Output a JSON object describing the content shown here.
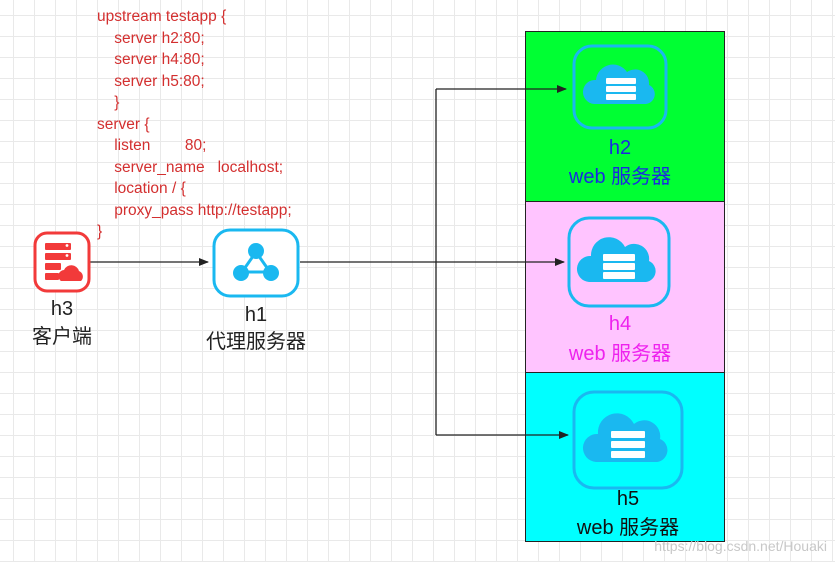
{
  "config_code": [
    "upstream testapp {",
    "    server h2:80;",
    "    server h4:80;",
    "    server h5:80;",
    "    }",
    "server {",
    "    listen        80;",
    "    server_name   localhost;",
    "    location / {",
    "    proxy_pass http://testapp;",
    "}"
  ],
  "client": {
    "host": "h3",
    "role": "客户端"
  },
  "proxy": {
    "host": "h1",
    "role": "代理服务器"
  },
  "servers": [
    {
      "host": "h2",
      "role": "web 服务器",
      "fill": "#00ff33",
      "text_color": "#1a2ae0"
    },
    {
      "host": "h4",
      "role": "web 服务器",
      "fill": "#ffc4ff",
      "text_color": "#ee22ee"
    },
    {
      "host": "h5",
      "role": "web 服务器",
      "fill": "#00ffff",
      "text_color": "#111111"
    }
  ],
  "watermark": "https://blog.csdn.net/Houaki",
  "colors": {
    "code": "#d32f2f",
    "client_icon": "#f23a3a",
    "cloud_icon": "#1ab8f0",
    "arrow": "#222222"
  }
}
